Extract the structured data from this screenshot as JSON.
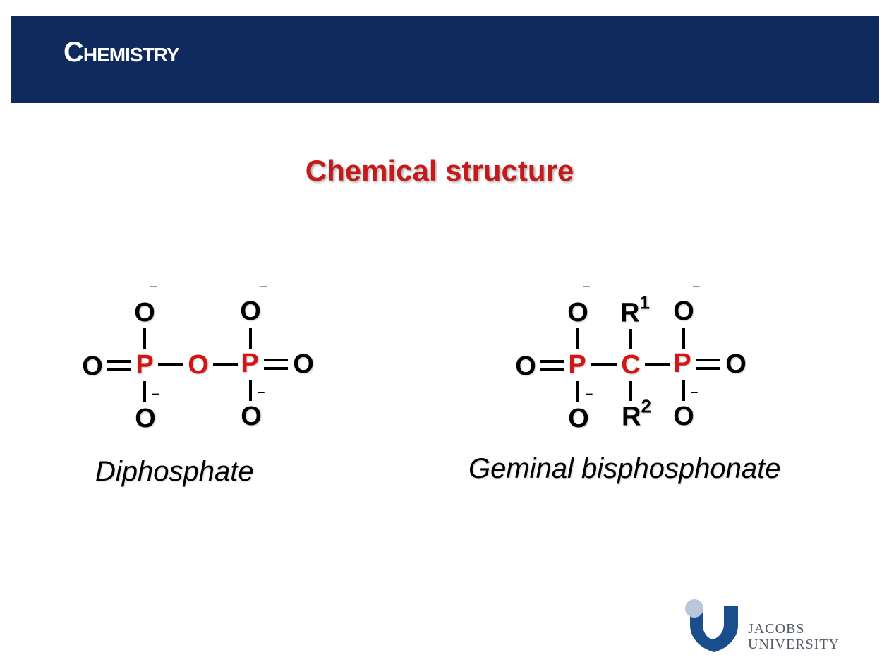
{
  "header": {
    "title": "Chemistry"
  },
  "slide": {
    "title": "Chemical structure"
  },
  "diphosphate": {
    "caption": "Diphosphate",
    "atoms": {
      "o_left": "O",
      "p1": "P",
      "o_bridge": "O",
      "p2": "P",
      "o_right": "O",
      "o_top1": "O",
      "o_bottom1": "O",
      "o_top2": "O",
      "o_bottom2": "O"
    },
    "charge": "−"
  },
  "bisphosphonate": {
    "caption": "Geminal bisphosphonate",
    "atoms": {
      "o_left": "O",
      "p1": "P",
      "c": "C",
      "p2": "P",
      "o_right": "O",
      "o_top1": "O",
      "o_bottom1": "O",
      "o_top2": "O",
      "o_bottom2": "O",
      "r_top": "R",
      "r_top_sup": "1",
      "r_bottom": "R",
      "r_bottom_sup": "2"
    },
    "charge": "−"
  },
  "logo": {
    "line1": "JACOBS",
    "line2": "UNIVERSITY",
    "icon": "shield-icon"
  },
  "colors": {
    "header_bg": "#0f2a5c",
    "accent_red": "#d41515",
    "logo_blue": "#1a4d8c"
  }
}
